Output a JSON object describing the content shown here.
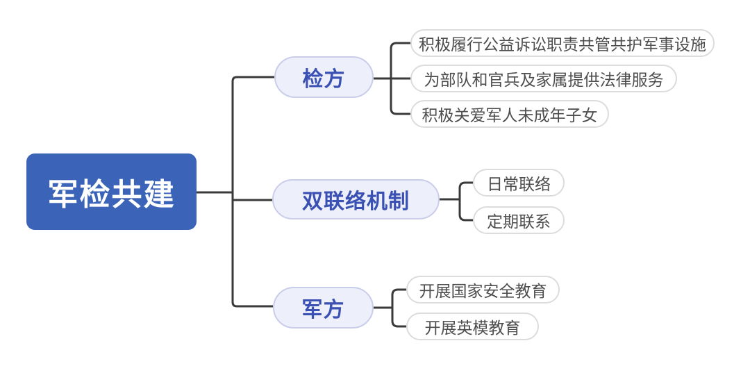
{
  "diagram": {
    "type": "mindmap",
    "root": {
      "label": "军检共建"
    },
    "branches": [
      {
        "label": "检方",
        "children": [
          "积极履行公益诉讼职责共管共护军事设施",
          "为部队和官兵及家属提供法律服务",
          "积极关爱军人未成年子女"
        ]
      },
      {
        "label": "双联络机制",
        "children": [
          "日常联络",
          "定期联系"
        ]
      },
      {
        "label": "军方",
        "children": [
          "开展国家安全教育",
          "开展英模教育"
        ]
      }
    ]
  },
  "colors": {
    "canvas_bg": "#ffffff",
    "root_fill": "#3b63b7",
    "root_text": "#ffffff",
    "branch_fill": "#edeffa",
    "branch_border": "#c9cdea",
    "branch_text": "#3a51b3",
    "leaf_fill": "#ffffff",
    "leaf_border": "#dcdcdc",
    "leaf_text": "#4d4d4d",
    "line": "#3a3a3a"
  }
}
